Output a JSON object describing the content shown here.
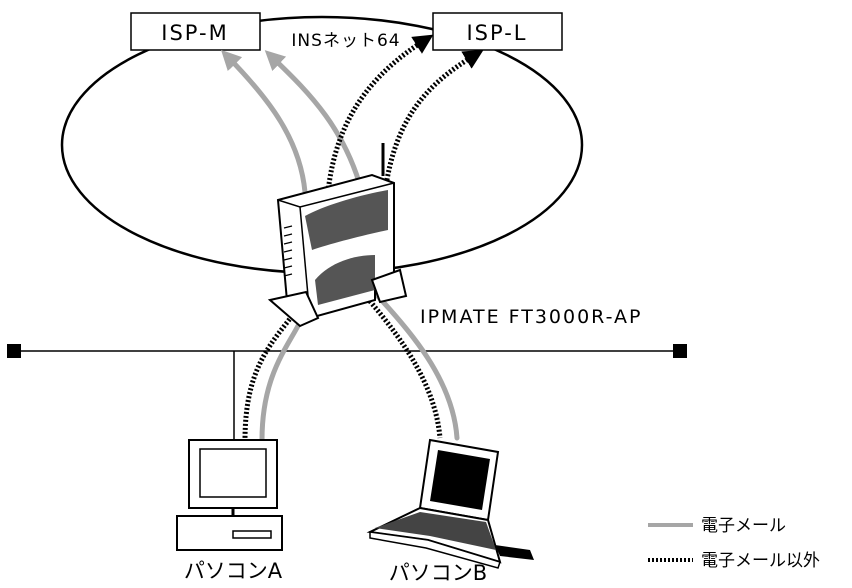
{
  "nodes": {
    "isp_m": "ISP-M",
    "isp_l": "ISP-L",
    "network": "INSネット64",
    "router": "IPMATE FT3000R-AP",
    "pc_a": "パソコンA",
    "pc_b": "パソコンB"
  },
  "legend": {
    "solid_label": "電子メール",
    "dotted_label": "電子メール以外"
  },
  "colors": {
    "email_path": "#a6a6a6",
    "other_path": "#000000",
    "line": "#000000"
  }
}
